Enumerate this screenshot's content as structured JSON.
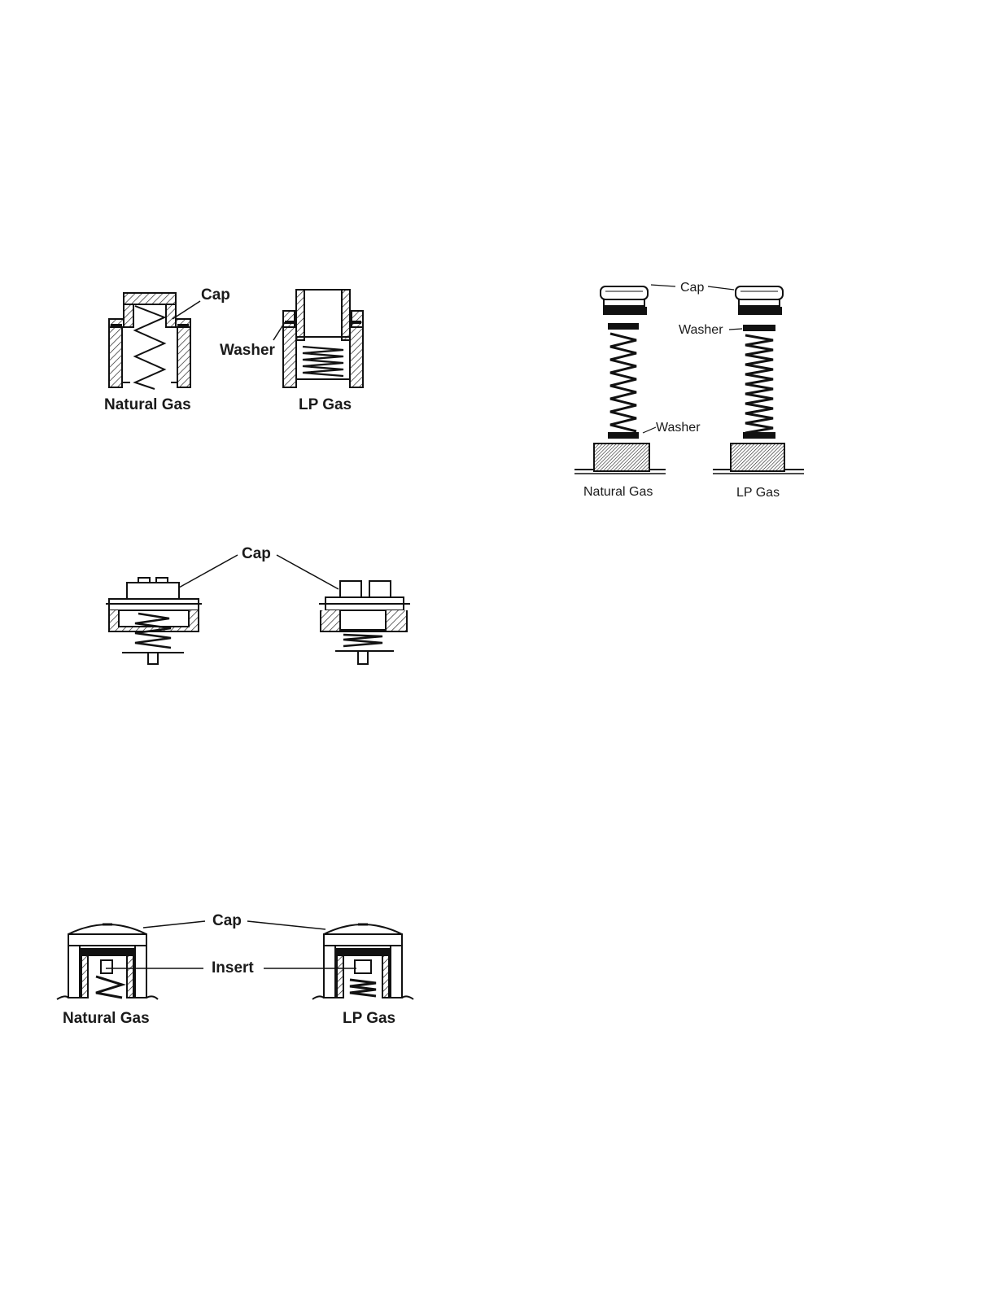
{
  "figures": [
    {
      "id": "fig-a",
      "labels": {
        "cap": "Cap",
        "washer": "Washer",
        "left": "Natural Gas",
        "right": "LP Gas"
      }
    },
    {
      "id": "fig-b",
      "labels": {
        "cap": "Cap",
        "washer_top": "Washer",
        "washer_mid": "Washer",
        "left": "Natural Gas",
        "right": "LP Gas"
      }
    },
    {
      "id": "fig-c",
      "labels": {
        "cap": "Cap"
      }
    },
    {
      "id": "fig-d",
      "labels": {
        "cap": "Cap",
        "insert": "Insert",
        "left": "Natural Gas",
        "right": "LP Gas"
      }
    }
  ]
}
